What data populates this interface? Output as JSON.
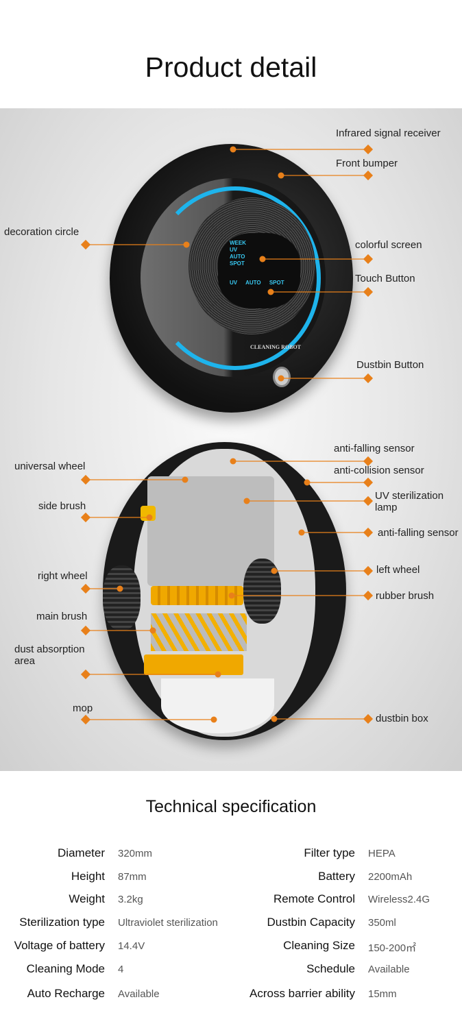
{
  "title": "Product detail",
  "screen": {
    "week": "WEEK",
    "modes": [
      "UV",
      "AUTO",
      "SPOT"
    ],
    "buttons": [
      "UV",
      "AUTO",
      "SPOT"
    ],
    "logo": "CLEANING ROBOT"
  },
  "callouts_top": [
    "Infrared signal receiver",
    "Front bumper",
    "decoration circle",
    "colorful screen",
    "Touch Button",
    "Dustbin Button"
  ],
  "callouts_bottom": [
    "anti-falling sensor",
    "universal wheel",
    "anti-collision sensor",
    "UV sterilization lamp",
    "side brush",
    "anti-falling sensor",
    "left wheel",
    "right wheel",
    "rubber brush",
    "main brush",
    "dust absorption area",
    "mop",
    "dustbin box"
  ],
  "accent": "#e8801a",
  "spec_title": "Technical specification",
  "specs_left": [
    {
      "k": "Diameter",
      "v": "320mm"
    },
    {
      "k": "Height",
      "v": "87mm"
    },
    {
      "k": "Weight",
      "v": "3.2kg"
    },
    {
      "k": "Sterilization type",
      "v": "Ultraviolet sterilization"
    },
    {
      "k": "Voltage of battery",
      "v": "14.4V"
    },
    {
      "k": "Cleaning Mode",
      "v": "4"
    },
    {
      "k": "Auto Recharge",
      "v": "Available"
    }
  ],
  "specs_right": [
    {
      "k": "Filter type",
      "v": "HEPA"
    },
    {
      "k": "Battery",
      "v": "2200mAh"
    },
    {
      "k": "Remote Control",
      "v": "Wireless2.4G"
    },
    {
      "k": "Dustbin Capacity",
      "v": "350ml"
    },
    {
      "k": "Cleaning Size",
      "v": "150-200㎡"
    },
    {
      "k": "Schedule",
      "v": "Available"
    },
    {
      "k": "Across barrier ability",
      "v": "15mm"
    }
  ]
}
